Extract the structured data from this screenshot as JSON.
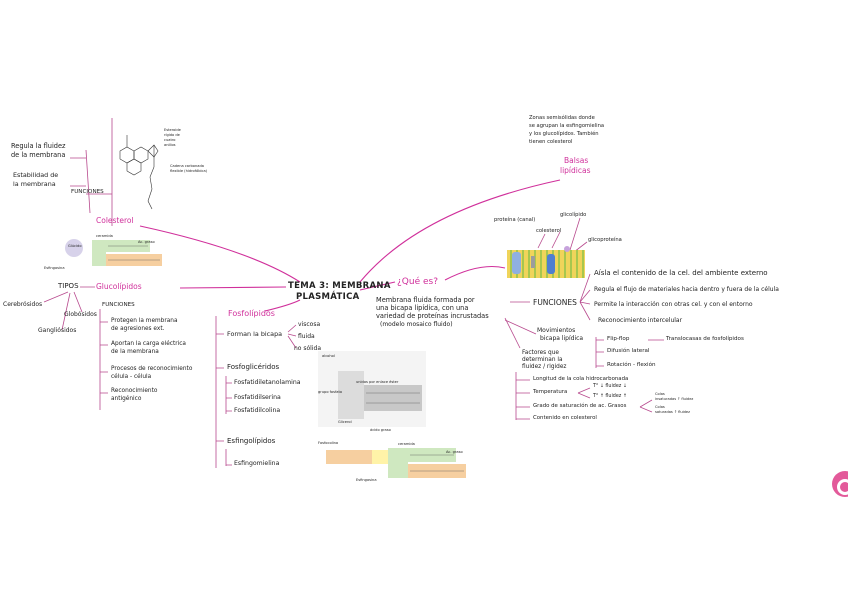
{
  "center": {
    "title_1": "TEMA 3: MEMBRANA",
    "title_2": "PLASMÁTICA"
  },
  "que_es": {
    "heading": "¿Qué es?",
    "def": [
      "Membrana fluida formada por",
      "una bicapa lipídica, con una",
      "variedad de proteínas incrustadas",
      "(modelo mosaico fluido)"
    ]
  },
  "balsas": {
    "heading_1": "Balsas",
    "heading_2": "lipídicas",
    "desc": [
      "Zonas semisólidas donde",
      "se agrupan la esfingomielina",
      "y los glucolípidos. También",
      "tienen colesterol"
    ]
  },
  "protein_labels": {
    "proteina": "proteína (canal)",
    "glicolipido": "glicolípido",
    "colesterol": "colesterol",
    "glicoproteina": "glicoproteína"
  },
  "funciones": {
    "heading": "FUNCIONES",
    "items": [
      "Aísla el contenido de la cel. del ambiente externo",
      "Regula el flujo de materiales hacia dentro y fuera de la célula",
      "Permite la interacción con otras cel. y con el entorno",
      "Reconocimiento intercelular"
    ]
  },
  "movimientos": {
    "heading_1": "Movimientos",
    "heading_2": "bicapa lipídica",
    "items": [
      "Flip-flop",
      "Difusión lateral",
      "Rotación - flexión"
    ],
    "flipflop_note": "Translocasas de fosfolípidos"
  },
  "factores": {
    "heading": [
      "Factores que",
      "determinan la",
      "fluidez / rigidez"
    ],
    "items": [
      "Longitud de la cola hidrocarbonada",
      "Temperatura",
      "Grado de saturación de ac. Grasos",
      "Contenido en colesterol"
    ],
    "temp_1": "T° ↓ fluidez ↓",
    "temp_2": "T° ↑ fluidez ↑",
    "colas_1": [
      "Colas",
      "insaturadas ↑ fluidez"
    ],
    "colas_2": [
      "Colas",
      "saturadas ↑ fluidez"
    ]
  },
  "colesterol": {
    "heading": "Colesterol",
    "f1": [
      "Regula la fluidez",
      "de la membrana"
    ],
    "f2": [
      "Estabilidad de",
      "la membrana"
    ],
    "funciones": "FUNCIONES",
    "notes": [
      "Esteroide",
      "rígido de",
      "cuatro",
      "anillos"
    ],
    "notes2": [
      "Cadena carbonada",
      "flexible (hidrofóbica)"
    ]
  },
  "glucolipidos": {
    "heading": "Glucolípidos",
    "tipos": "TIPOS",
    "tipos_items": [
      "Cerebrósidos",
      "Gangliósidos",
      "Globósidos"
    ],
    "funciones": "FUNCIONES",
    "func_items": [
      [
        "Protegen la membrana",
        "de agresiones ext."
      ],
      [
        "Aportan la carga eléctrica",
        "de la membrana"
      ],
      [
        "Procesos de reconocimiento",
        "célula - célula"
      ],
      [
        "Reconocimiento",
        "antigénico"
      ]
    ],
    "fig_labels": {
      "ceramida": "ceramida",
      "ac_graso": "Ac. graso",
      "esfingosina": "Esfingosina",
      "glucido": "Glúcido"
    }
  },
  "fosfolipidos": {
    "heading": "Fosfolípidos",
    "bicapa": "Forman la bicapa",
    "bicapa_items": [
      "viscosa",
      "fluida",
      "no sólida"
    ],
    "fosfogliceridos": "Fosfoglicéridos",
    "fg_items": [
      "Fosfatidiletanolamina",
      "Fosfatidilserina",
      "Fosfatidilcolina"
    ],
    "esfingolipidos": "Esfingolípidos",
    "esf_items": [
      "Esfingomielina"
    ],
    "fig1_labels": {
      "alcohol": "alcohol",
      "fosfato": "grupo fosfato",
      "glicerol": "Glicerol",
      "acidos": "ácido graso",
      "cola": "unidos por enlace éster"
    },
    "fig2_labels": {
      "fosfocolina": "Fosfocolina",
      "ceramida": "ceramida",
      "ac_graso": "Ac. graso",
      "esfingosina": "Esfingosina"
    }
  },
  "colors": {
    "accent": "#d0309b",
    "box_green": "#cfe8c0",
    "box_orange": "#f6cfa0",
    "box_purple": "#d7d2ea",
    "membrane": "#f0d45a"
  }
}
